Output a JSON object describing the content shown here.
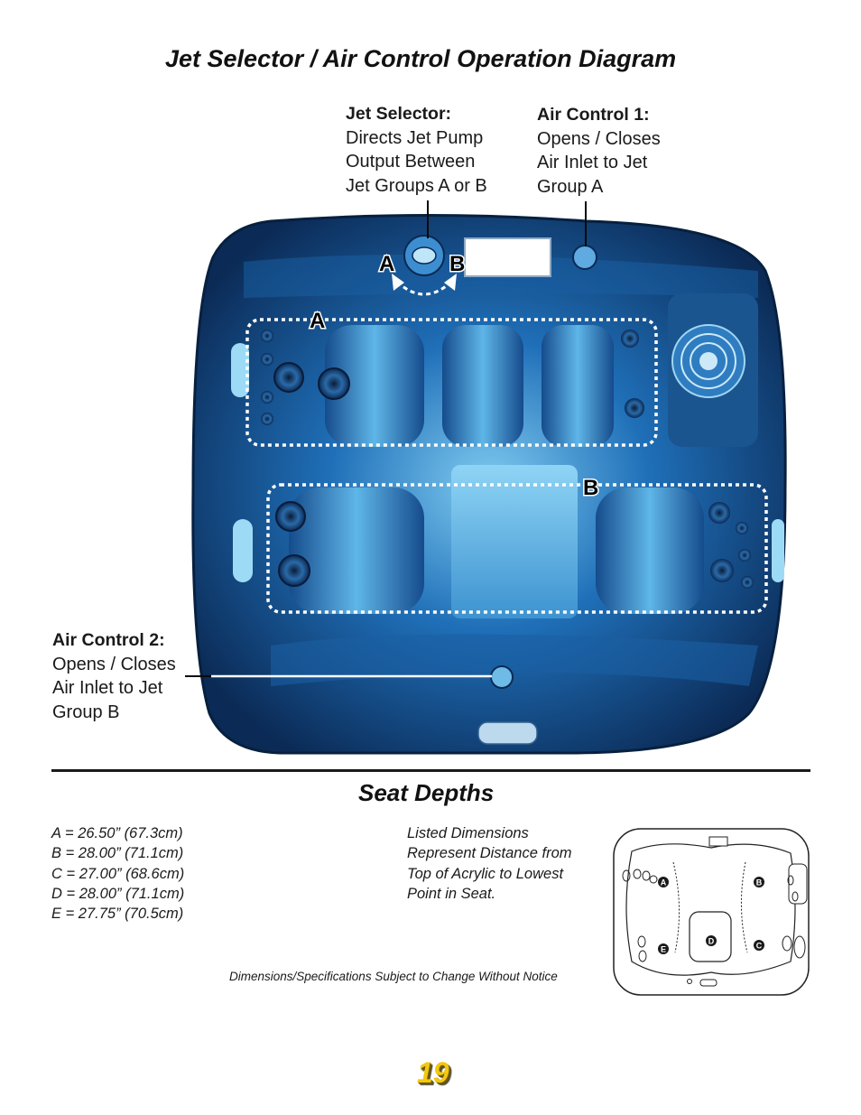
{
  "page": {
    "title": "Jet Selector / Air Control Operation Diagram",
    "section_title": "Seat Depths",
    "page_number": "19"
  },
  "callouts": {
    "jet_selector": {
      "heading": "Jet Selector:",
      "lines": [
        "Directs Jet Pump",
        "Output Between",
        "Jet Groups A or B"
      ]
    },
    "air_control_1": {
      "heading": "Air Control 1:",
      "lines": [
        "Opens / Closes",
        "Air Inlet to Jet",
        "Group A"
      ]
    },
    "air_control_2": {
      "heading": "Air Control 2:",
      "lines": [
        "Opens / Closes",
        "Air Inlet to Jet",
        "Group B"
      ]
    }
  },
  "diagram_labels": {
    "selector_a": "A",
    "selector_b": "B",
    "group_a": "A",
    "group_b": "B"
  },
  "seat_depths": [
    "A = 26.50” (67.3cm)",
    "B = 28.00” (71.1cm)",
    "C = 27.00” (68.6cm)",
    "D = 28.00” (71.1cm)",
    "E = 27.75” (70.5cm)"
  ],
  "dimension_note": [
    "Listed Dimensions",
    "Represent Distance from",
    "Top of Acrylic to Lowest",
    "Point in Seat."
  ],
  "mini_map_labels": [
    "A",
    "B",
    "C",
    "D",
    "E"
  ],
  "disclaimer": "Dimensions/Specifications Subject to Change Without Notice",
  "colors": {
    "tub_dark": "#0b2a55",
    "tub_mid": "#1f6fb8",
    "tub_light": "#8fd4f5",
    "page_number": "#f2c811"
  }
}
